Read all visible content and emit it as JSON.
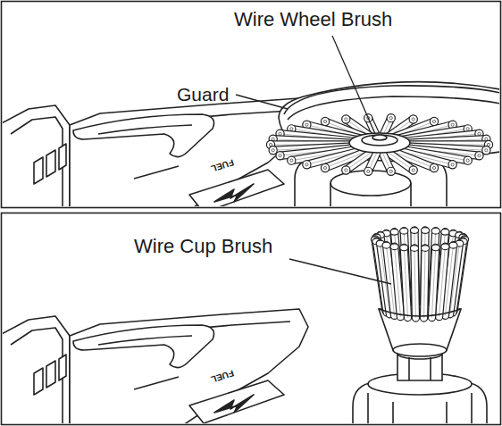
{
  "diagram": {
    "labels": [
      "Wire Wheel Brush",
      "Guard",
      "FUEL",
      "Wire Cup Brush",
      "FUEL"
    ]
  }
}
